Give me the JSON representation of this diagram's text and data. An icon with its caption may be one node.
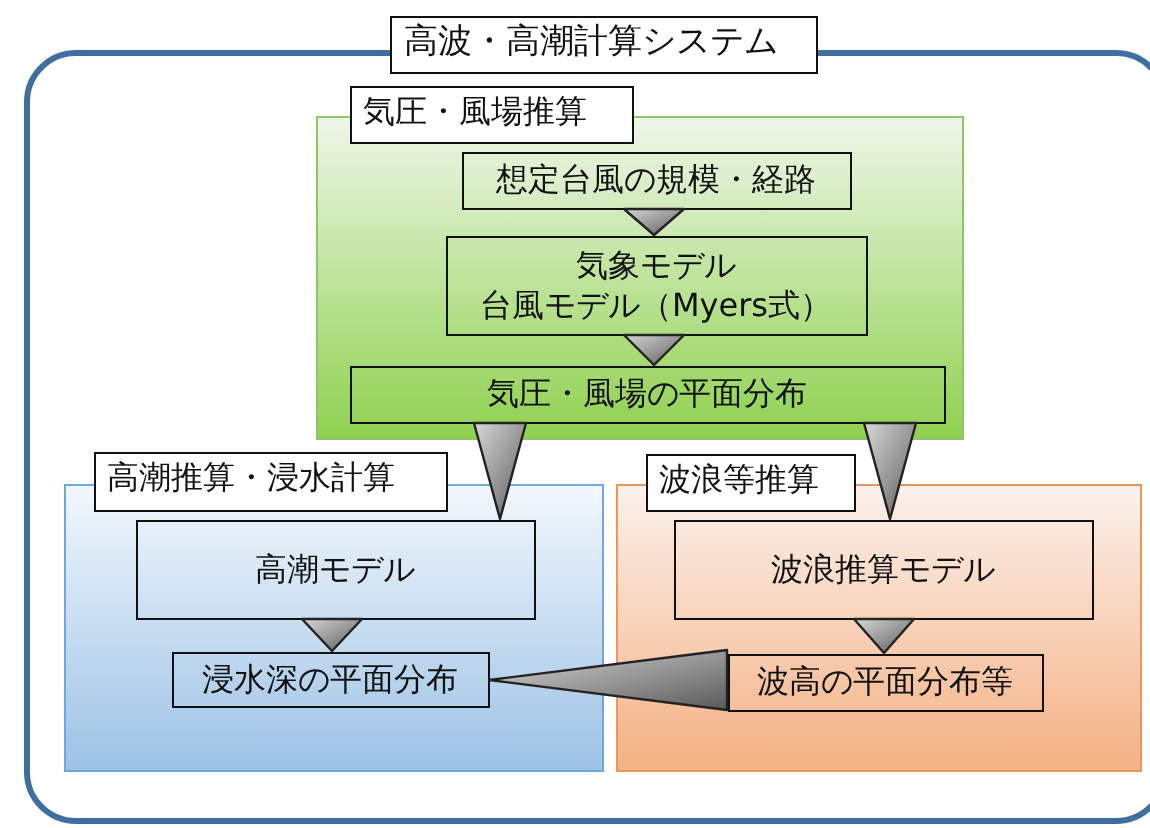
{
  "diagram": {
    "nodes": [
      {
        "text": [
          "高波・高潮計算システム"
        ]
      },
      {
        "text": [
          "気圧・風場推算"
        ],
        "in": 0
      },
      {
        "text": [
          "想定台風の規模・経路"
        ],
        "in": 1
      },
      {
        "text": [
          "気象モデル",
          "台風モデル（Myers式）"
        ],
        "in": 1
      },
      {
        "text": [
          "気圧・風場の平面分布"
        ],
        "in": 1
      },
      {
        "text": [
          "高潮推算・浸水計算"
        ],
        "in": 0
      },
      {
        "text": [
          "高潮モデル"
        ],
        "in": 5
      },
      {
        "text": [
          "浸水深の平面分布"
        ],
        "in": 5
      },
      {
        "text": [
          "波浪等推算"
        ],
        "in": 0
      },
      {
        "text": [
          "波浪推算モデル"
        ],
        "in": 8
      },
      {
        "text": [
          "波高の平面分布等"
        ],
        "in": 8
      }
    ],
    "edges": [
      {
        "from": 2,
        "to": 3,
        "arrow": "to"
      },
      {
        "from": 3,
        "to": 4,
        "arrow": "to"
      },
      {
        "from": 4,
        "to": 6,
        "arrow": "to"
      },
      {
        "from": 4,
        "to": 9,
        "arrow": "to"
      },
      {
        "from": 6,
        "to": 7,
        "arrow": "to"
      },
      {
        "from": 9,
        "to": 10,
        "arrow": "to"
      },
      {
        "from": 10,
        "to": 7,
        "arrow": "to"
      }
    ]
  }
}
